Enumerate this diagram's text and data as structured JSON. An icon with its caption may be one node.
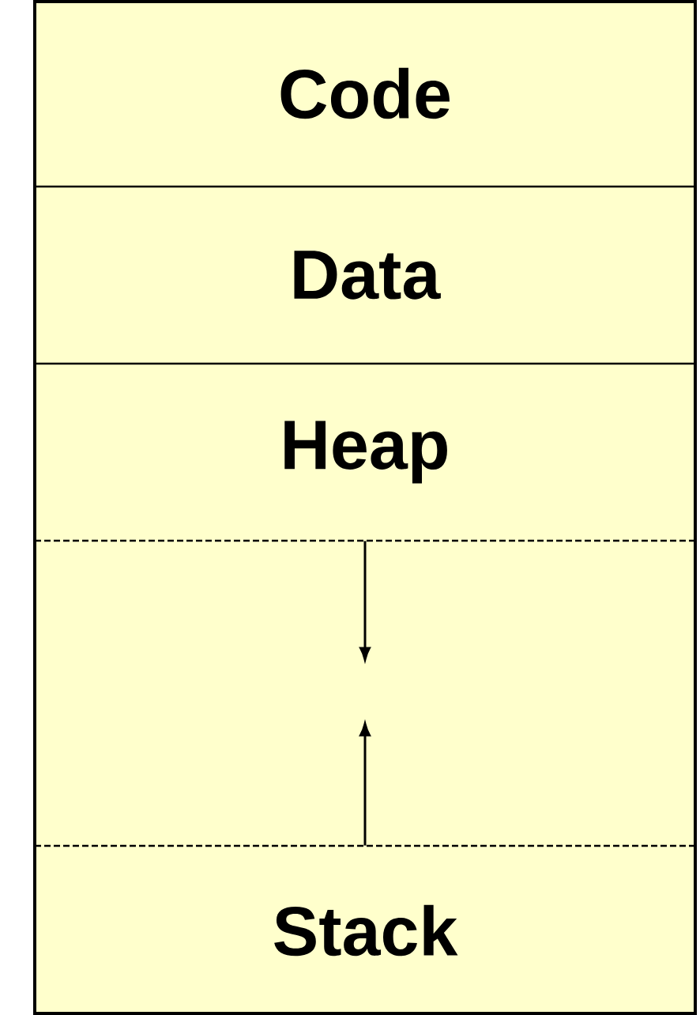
{
  "diagram": {
    "nodes": [
      {
        "text": [
          "Code"
        ]
      },
      {
        "text": [
          "Data"
        ]
      },
      {
        "text": [
          "Heap"
        ]
      },
      {
        "text": [
          "Stack"
        ]
      }
    ],
    "edges": [
      {
        "from": 2,
        "to": null,
        "arrow": "to"
      },
      {
        "from": 3,
        "to": null,
        "arrow": "to"
      }
    ]
  }
}
